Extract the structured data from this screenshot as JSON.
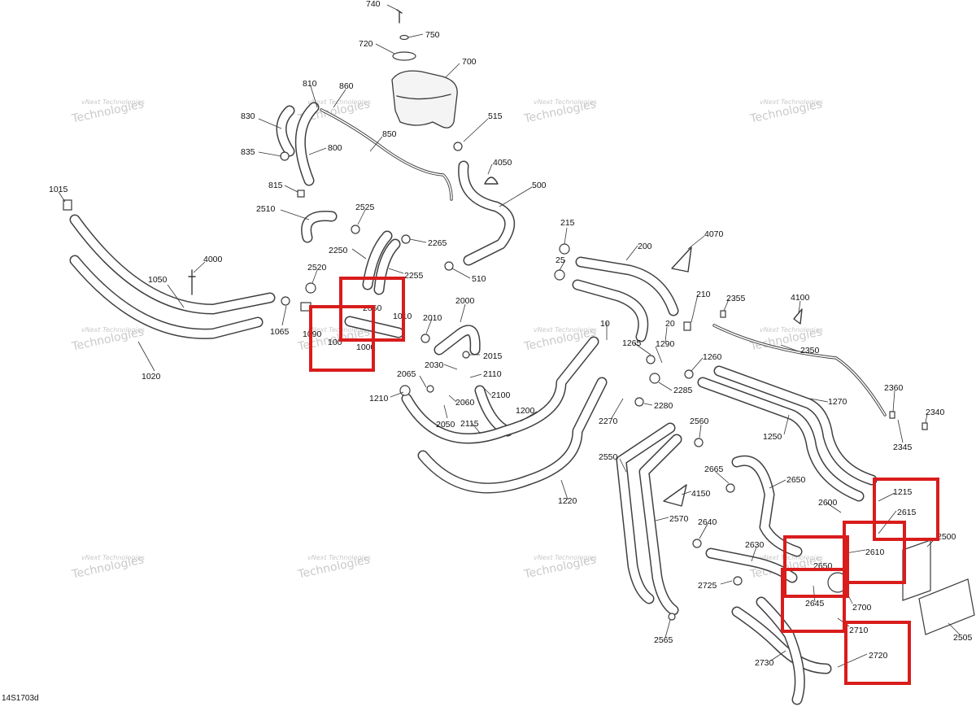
{
  "diagram": {
    "reference_code": "14S1703d",
    "watermark": {
      "line1": "vNext Technologies",
      "line2": "Technologies"
    },
    "callouts": [
      "740",
      "750",
      "720",
      "700",
      "810",
      "860",
      "830",
      "850",
      "800",
      "835",
      "815",
      "515",
      "4050",
      "500",
      "1015",
      "2510",
      "2525",
      "2265",
      "2250",
      "2255",
      "4000",
      "2520",
      "1050",
      "2060",
      "1010",
      "1065",
      "1090",
      "100",
      "1000",
      "510",
      "215",
      "200",
      "4070",
      "25",
      "210",
      "2355",
      "4100",
      "2010",
      "2000",
      "10",
      "1265",
      "20",
      "1290",
      "1260",
      "2350",
      "2015",
      "2030",
      "2110",
      "2065",
      "1020",
      "1210",
      "2060",
      "2100",
      "2285",
      "2280",
      "2050",
      "2115",
      "1200",
      "2270",
      "1270",
      "2360",
      "2340",
      "2345",
      "1250",
      "2560",
      "2665",
      "2650",
      "2550",
      "4150",
      "2570",
      "2640",
      "1215",
      "2615",
      "2600",
      "2500",
      "2610",
      "2630",
      "2650",
      "2725",
      "2645",
      "2700",
      "1220",
      "2565",
      "2710",
      "2505",
      "2730",
      "2720"
    ],
    "highlight_color": "#d91c1c"
  }
}
